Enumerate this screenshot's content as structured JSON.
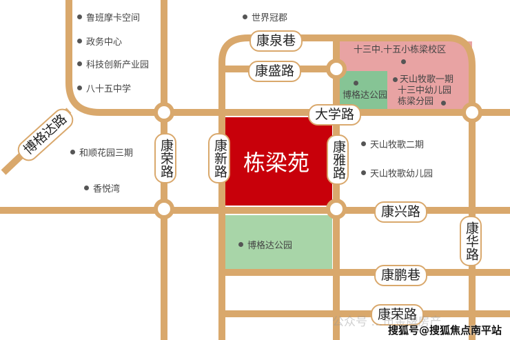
{
  "colors": {
    "road": "#d9a86c",
    "project": "#c8000a",
    "park": "#a8d5a8",
    "school": "#e8a3a3",
    "park_north": "#86c495"
  },
  "project": {
    "name": "栋梁苑"
  },
  "roads": {
    "kangquan": "康泉巷",
    "kangsheng": "康盛路",
    "daxue": "大学路",
    "bogeda": "博格达路",
    "kangrong_v": "康荣路",
    "kangxin": "康新路",
    "kangya": "康雅路",
    "kangxing": "康兴路",
    "kanghua": "康华路",
    "kangpeng": "康鹏巷",
    "kangrong_h": "康荣路"
  },
  "pois": {
    "p1": "鲁班摩卡空间",
    "p2": "政务中心",
    "p3": "科技创新产业园",
    "p4": "八十五中学",
    "p5": "世界冠郡",
    "p6": "和顺花园三期",
    "p7": "香悦湾",
    "p8": "博格达公园",
    "p9": "十三中.十五小栋梁校区",
    "p10": "博格达公园",
    "p11": "天山牧歌一期",
    "p12": "十三中幼儿园",
    "p13": "栋梁分园",
    "p14": "天山牧歌二期",
    "p15": "天山牧歌幼儿园"
  },
  "watermark": {
    "account": "公众号  …市金牌房产",
    "source": "搜狐号@搜狐焦点南平站"
  }
}
